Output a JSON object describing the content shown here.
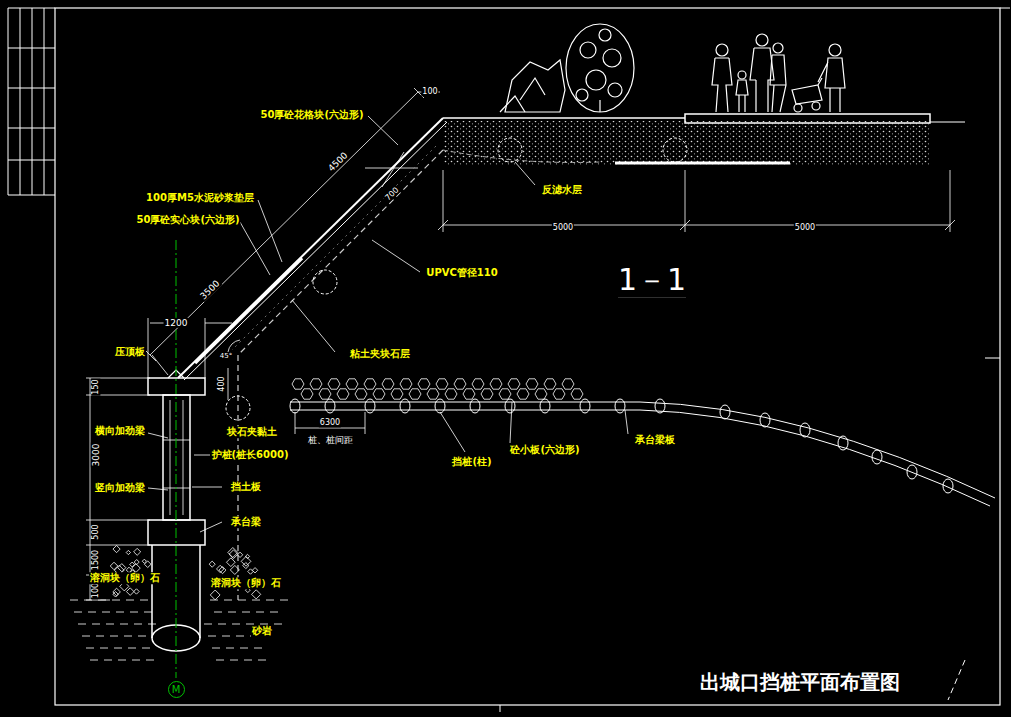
{
  "diagram": {
    "nodes": [
      {
        "text": [
          "M"
        ]
      }
    ],
    "labels": [
      "50厚砼花格块(六边形)",
      "100",
      "4500",
      "700",
      "100厚M5水泥砂浆垫层",
      "50厚砼实心块(六边形)",
      "3500",
      "1200",
      "压顶板",
      "150",
      "45°",
      "400",
      "3000",
      "500",
      "1500",
      "1000",
      "横向加劲梁",
      "竖向加劲梁",
      "承台梁",
      "溶洞块（卵）石",
      "溶洞块（卵）石",
      "砂岩",
      "块石夹黏土",
      "护桩(桩长6000)",
      "挡土板",
      "粘土夹块石层",
      "UPVC管径110",
      "反滤水层",
      "5000",
      "5000",
      "1－1",
      "6300",
      "桩、桩间距",
      "挡桩(柱)",
      "砼小板(六边形)",
      "承台梁板",
      "出城口挡桩平面布置图"
    ]
  }
}
